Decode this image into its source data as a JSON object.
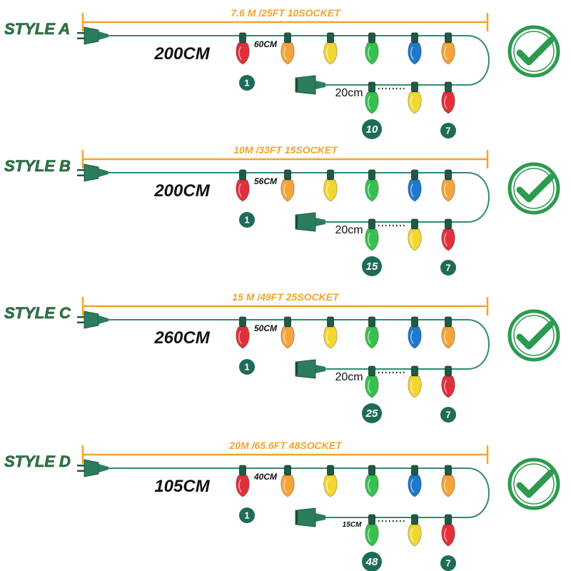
{
  "colors": {
    "wire": "#2f8c6b",
    "length_bar": "#f0a52a",
    "style_text": "#2e7a47",
    "badge": "#1e6b57",
    "check": "#2c9a4f",
    "bulbs": [
      "#e0303c",
      "#f3a43a",
      "#f2d632",
      "#36c04e",
      "#1f78cc",
      "#f3a43a"
    ],
    "second_row_bulbs": [
      "#36c04e",
      "#f2d632",
      "#e0303c"
    ]
  },
  "icons": {
    "plug": "plug-icon",
    "outlet": "female-outlet-icon",
    "check": "check-circle-icon",
    "bulb": "c9-bulb-icon"
  },
  "styles": [
    {
      "label": "STYLE A",
      "length": "7.6 M /25FT  10SOCKET",
      "lead_cable": "200CM",
      "bulb_spacing": "60CM",
      "end_spacing": "20cm",
      "first_index": "1",
      "second_row_index": "10",
      "last_index": "7"
    },
    {
      "label": "STYLE B",
      "length": "10M /33FT  15SOCKET",
      "lead_cable": "200CM",
      "bulb_spacing": "56CM",
      "end_spacing": "20cm",
      "first_index": "1",
      "second_row_index": "15",
      "last_index": "7"
    },
    {
      "label": "STYLE C",
      "length": "15 M /49FT  25SOCKET",
      "lead_cable": "260CM",
      "bulb_spacing": "50CM",
      "end_spacing": "20cm",
      "first_index": "1",
      "second_row_index": "25",
      "last_index": "7"
    },
    {
      "label": "STYLE D",
      "length": "20M /65.6FT  48SOCKET",
      "lead_cable": "105CM",
      "bulb_spacing": "40CM",
      "end_spacing": "15CM",
      "first_index": "1",
      "second_row_index": "48",
      "last_index": "7"
    }
  ]
}
